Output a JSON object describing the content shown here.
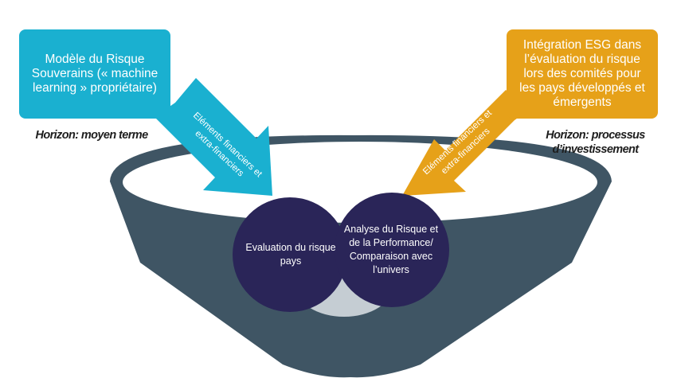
{
  "boxes": {
    "left": "Modèle du Risque Souverains (« machine learning » propriétaire)",
    "right": "Intégration ESG dans l’évaluation du risque lors des comités pour les pays développés et émergents"
  },
  "horizons": {
    "left": "Horizon: moyen terme",
    "right": "Horizon: processus d’investissement"
  },
  "arrows": {
    "left_label_line1": "Eléments financiers et",
    "left_label_line2": "extra-financiers",
    "right_label_line1": "Eléments financiers et",
    "right_label_line2": "extra-financiers"
  },
  "circles": {
    "left": "Evaluation du risque pays",
    "right": "Analyse du Risque et de la Performance/ Comparaison avec l’univers"
  },
  "colors": {
    "funnel": "#3f5564",
    "funnel_rim": "#3f5564",
    "funnel_inner": "#ffffff",
    "circle": "#2a2558",
    "circle_shadow": "#c5cdd3",
    "box_left": "#1ab0d0",
    "box_right": "#e6a119"
  }
}
